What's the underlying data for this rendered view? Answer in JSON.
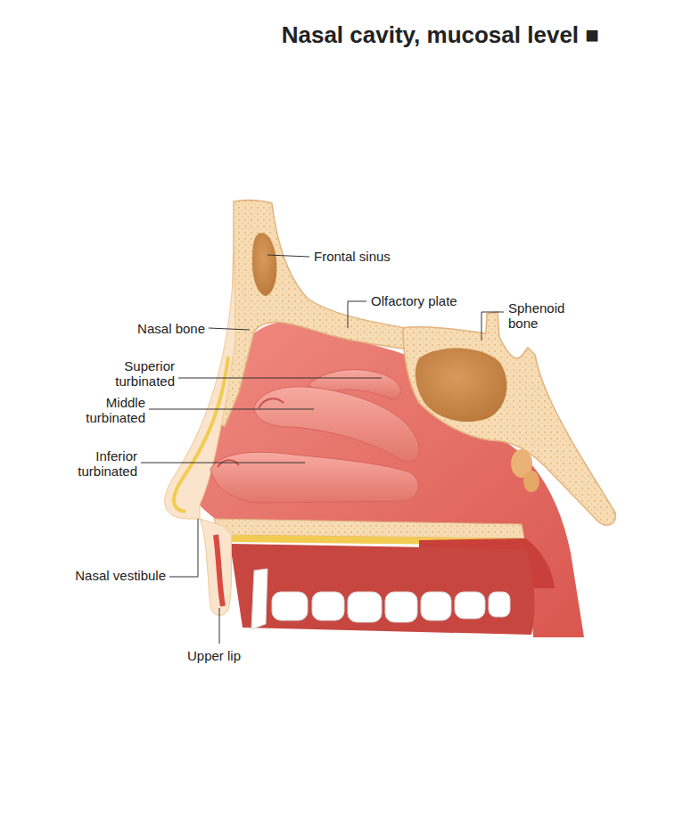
{
  "diagram": {
    "title": "Nasal cavity, mucosal level ■",
    "labels": [
      "Frontal sinus",
      "Olfactory plate",
      "Sphenoid bone",
      "Nasal bone",
      "Superior turbinated",
      "Middle turbinated",
      "Inferior turbinated",
      "Nasal vestibule",
      "Upper lip"
    ]
  }
}
